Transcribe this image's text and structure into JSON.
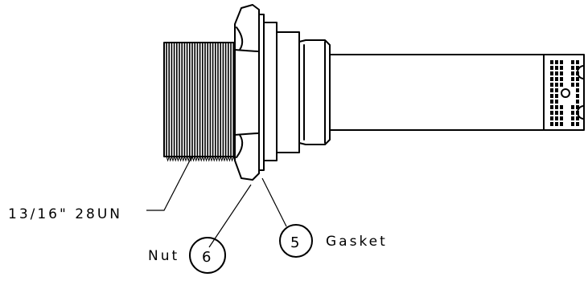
{
  "callouts": {
    "thread_spec": "13/16\" 28UN",
    "nut_label": "Nut",
    "nut_number": "6",
    "gasket_label": "Gasket",
    "gasket_number": "5"
  },
  "colors": {
    "line": "#000000",
    "background": "#ffffff"
  }
}
